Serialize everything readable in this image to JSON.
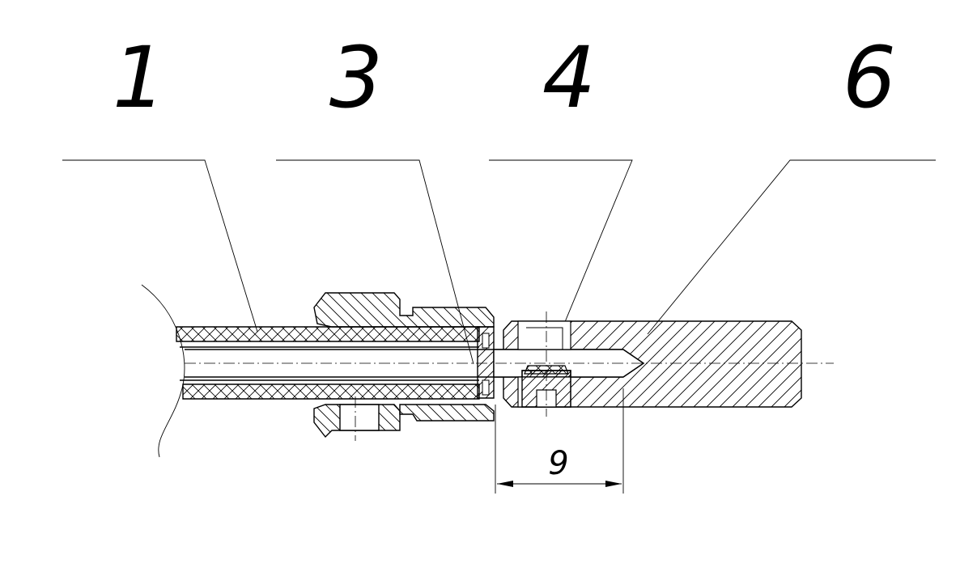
{
  "callouts": [
    {
      "label": "1"
    },
    {
      "label": "3"
    },
    {
      "label": "4"
    },
    {
      "label": "6"
    }
  ],
  "dimension": {
    "value": "9"
  }
}
